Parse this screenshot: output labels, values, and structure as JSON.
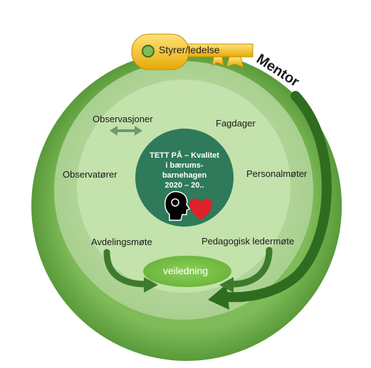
{
  "key": {
    "label": "Styrer/ledelse"
  },
  "mentor": {
    "label": "Mentor"
  },
  "center": {
    "lines": [
      "TETT PÅ – Kvalitet",
      "i bærums-",
      "barnehagen",
      "2020 – 20.."
    ]
  },
  "activities": {
    "observasjoner": "Observasjoner",
    "fagdager": "Fagdager",
    "observatorer": "Observatører",
    "personalmoter": "Personalmøter",
    "avdelingsmote": "Avdelingsmøte",
    "pedagogisk_ledermote": "Pedagogisk ledermøte"
  },
  "veiledning": {
    "label": "veiledning"
  },
  "icons": [
    "brain-head-icon",
    "heart-icon",
    "key-icon",
    "double-arrow-icon"
  ],
  "colors": {
    "outer_ring": "#6fb04a",
    "middle_ring": "#b5d89c",
    "center_disc": "#2f7a5a",
    "key": "#f5c518",
    "heart": "#e0202a"
  }
}
